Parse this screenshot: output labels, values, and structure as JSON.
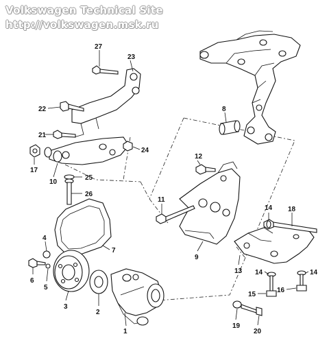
{
  "watermark": {
    "line1": "Volkswagen Technical Site",
    "line2": "http://volkswagen.msk.ru"
  },
  "callouts": [
    {
      "id": "c1",
      "text": "1"
    },
    {
      "id": "c2",
      "text": "2"
    },
    {
      "id": "c3",
      "text": "3"
    },
    {
      "id": "c4",
      "text": "4"
    },
    {
      "id": "c5",
      "text": "5"
    },
    {
      "id": "c6",
      "text": "6"
    },
    {
      "id": "c7",
      "text": "7"
    },
    {
      "id": "c8",
      "text": "8"
    },
    {
      "id": "c9",
      "text": "9"
    },
    {
      "id": "c10",
      "text": "10"
    },
    {
      "id": "c11",
      "text": "11"
    },
    {
      "id": "c12",
      "text": "12"
    },
    {
      "id": "c13",
      "text": "13"
    },
    {
      "id": "c14a",
      "text": "14"
    },
    {
      "id": "c14b",
      "text": "14"
    },
    {
      "id": "c14c",
      "text": "14"
    },
    {
      "id": "c15",
      "text": "15"
    },
    {
      "id": "c16",
      "text": "16"
    },
    {
      "id": "c17",
      "text": "17"
    },
    {
      "id": "c18",
      "text": "18"
    },
    {
      "id": "c19",
      "text": "19"
    },
    {
      "id": "c20",
      "text": "20"
    },
    {
      "id": "c21",
      "text": "21"
    },
    {
      "id": "c22",
      "text": "22"
    },
    {
      "id": "c23",
      "text": "23"
    },
    {
      "id": "c24",
      "text": "24"
    },
    {
      "id": "c25",
      "text": "25"
    },
    {
      "id": "c26",
      "text": "26"
    },
    {
      "id": "c27",
      "text": "27"
    }
  ]
}
